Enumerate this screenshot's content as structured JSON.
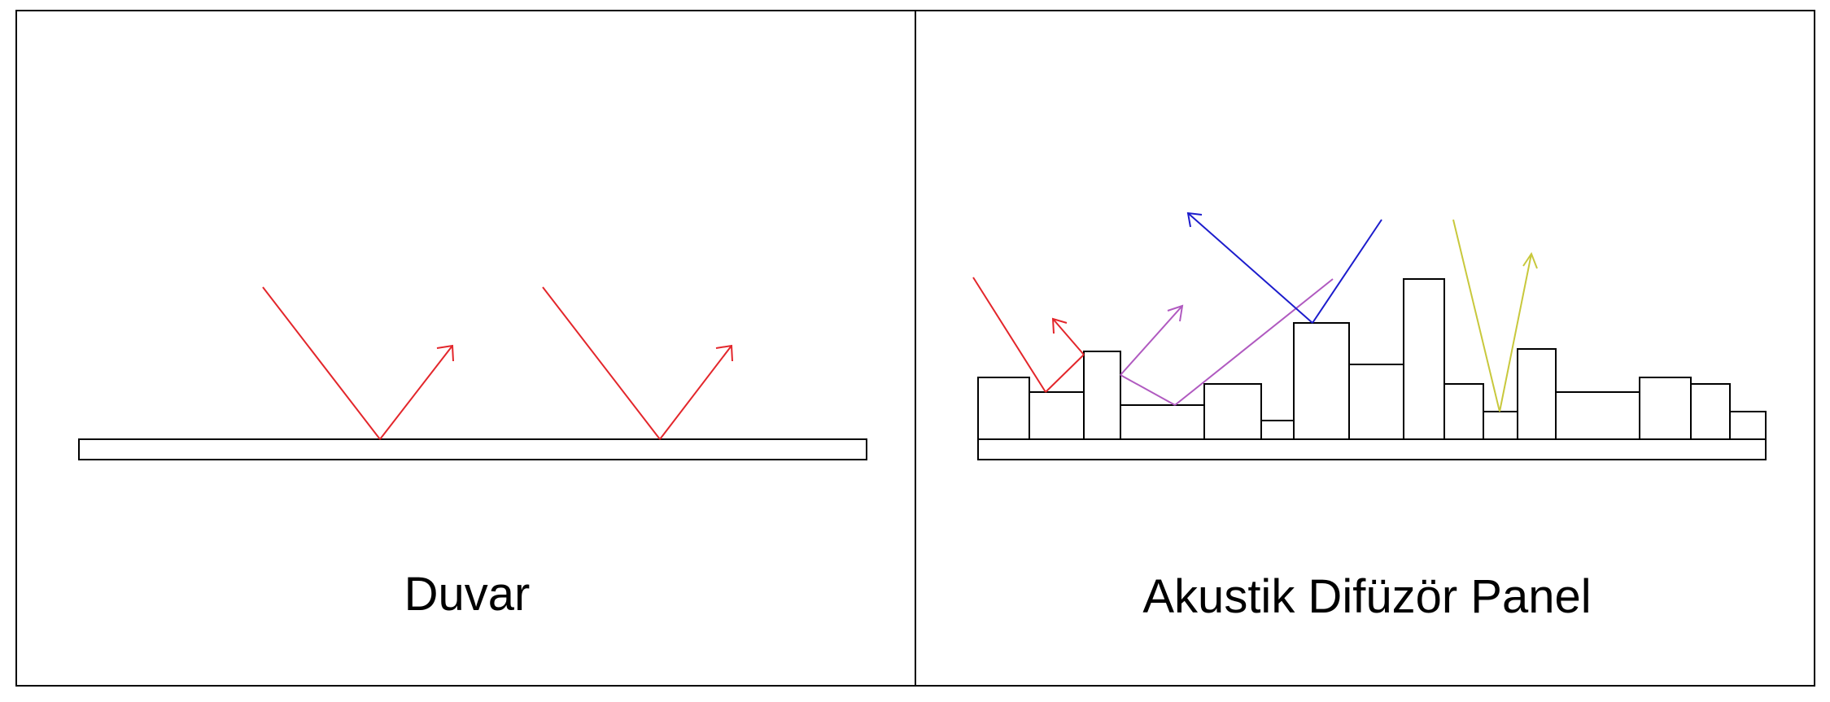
{
  "panels": [
    {
      "id": "wall",
      "caption": "Duvar"
    },
    {
      "id": "diffuser",
      "caption": "Akustik Difüzör Panel"
    }
  ],
  "colors": {
    "frame": "#000000",
    "ray_red": "#e3262b",
    "ray_purple": "#b05ac0",
    "ray_blue": "#1c1ccc",
    "ray_olive": "#c8c83c"
  }
}
